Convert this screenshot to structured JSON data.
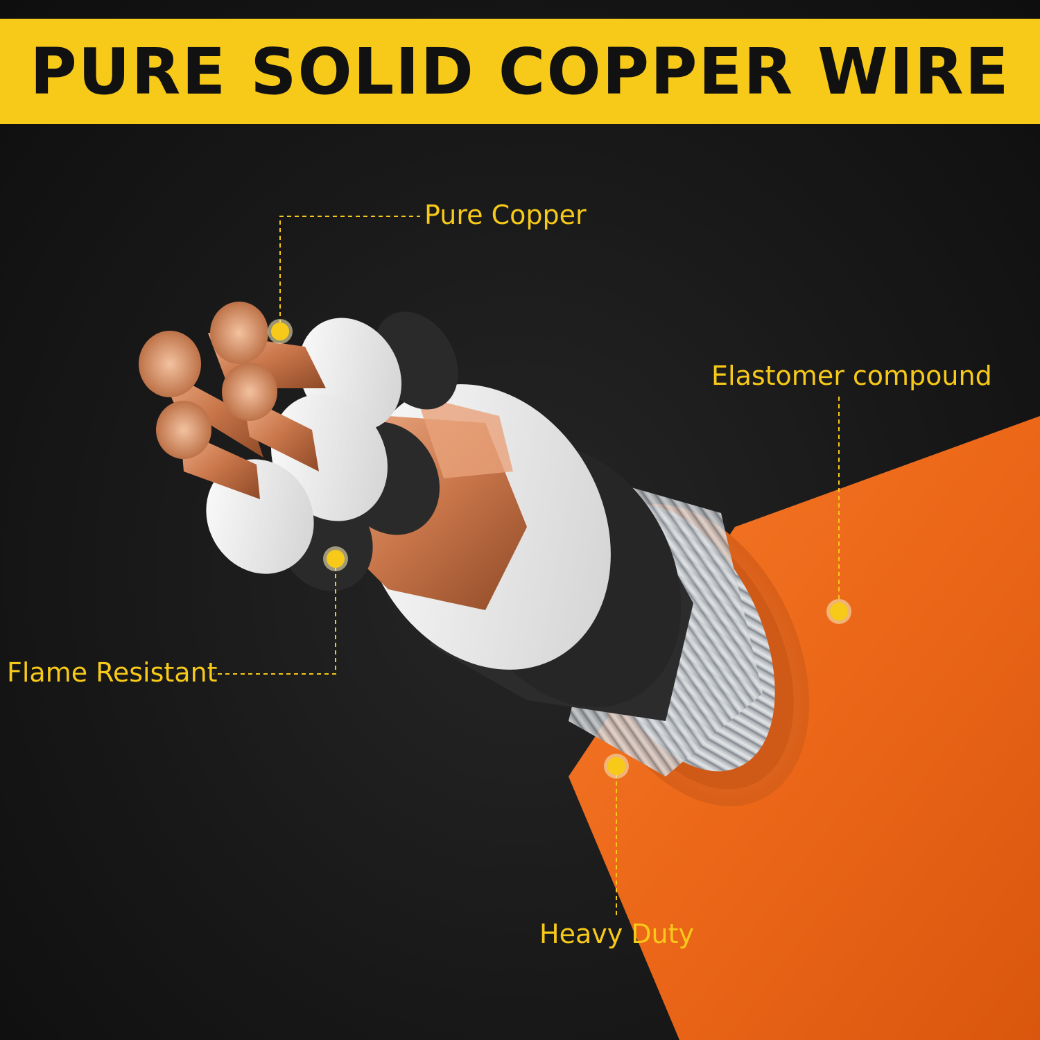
{
  "banner": {
    "title": "PURE SOLID COPPER WIRE"
  },
  "callouts": {
    "pure_copper": "Pure Copper",
    "elastomer": "Elastomer compound",
    "flame_resistant": "Flame Resistant",
    "heavy_duty": "Heavy Duty"
  },
  "colors": {
    "accent_yellow": "#f7c919",
    "background": "#141414",
    "jacket_orange": "#ee6a1c",
    "copper": "#d98a5a",
    "insulation_white": "#ececec",
    "inner_sheath": "#2a2a2a",
    "armor_silver": "#c9ccd0"
  }
}
